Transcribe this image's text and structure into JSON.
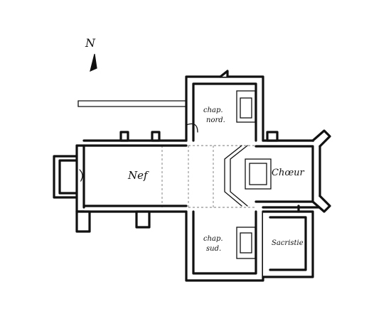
{
  "north_label": "N",
  "rooms": {
    "nave": "Nef",
    "choir": "Chœur",
    "north_chapel_line1": "chap.",
    "north_chapel_line2": "nord.",
    "south_chapel_line1": "chap.",
    "south_chapel_line2": "sud.",
    "sacristy": "Sacristie"
  },
  "colors": {
    "ink": "#111111",
    "paper": "#ffffff",
    "construction_lines": "#777777"
  }
}
